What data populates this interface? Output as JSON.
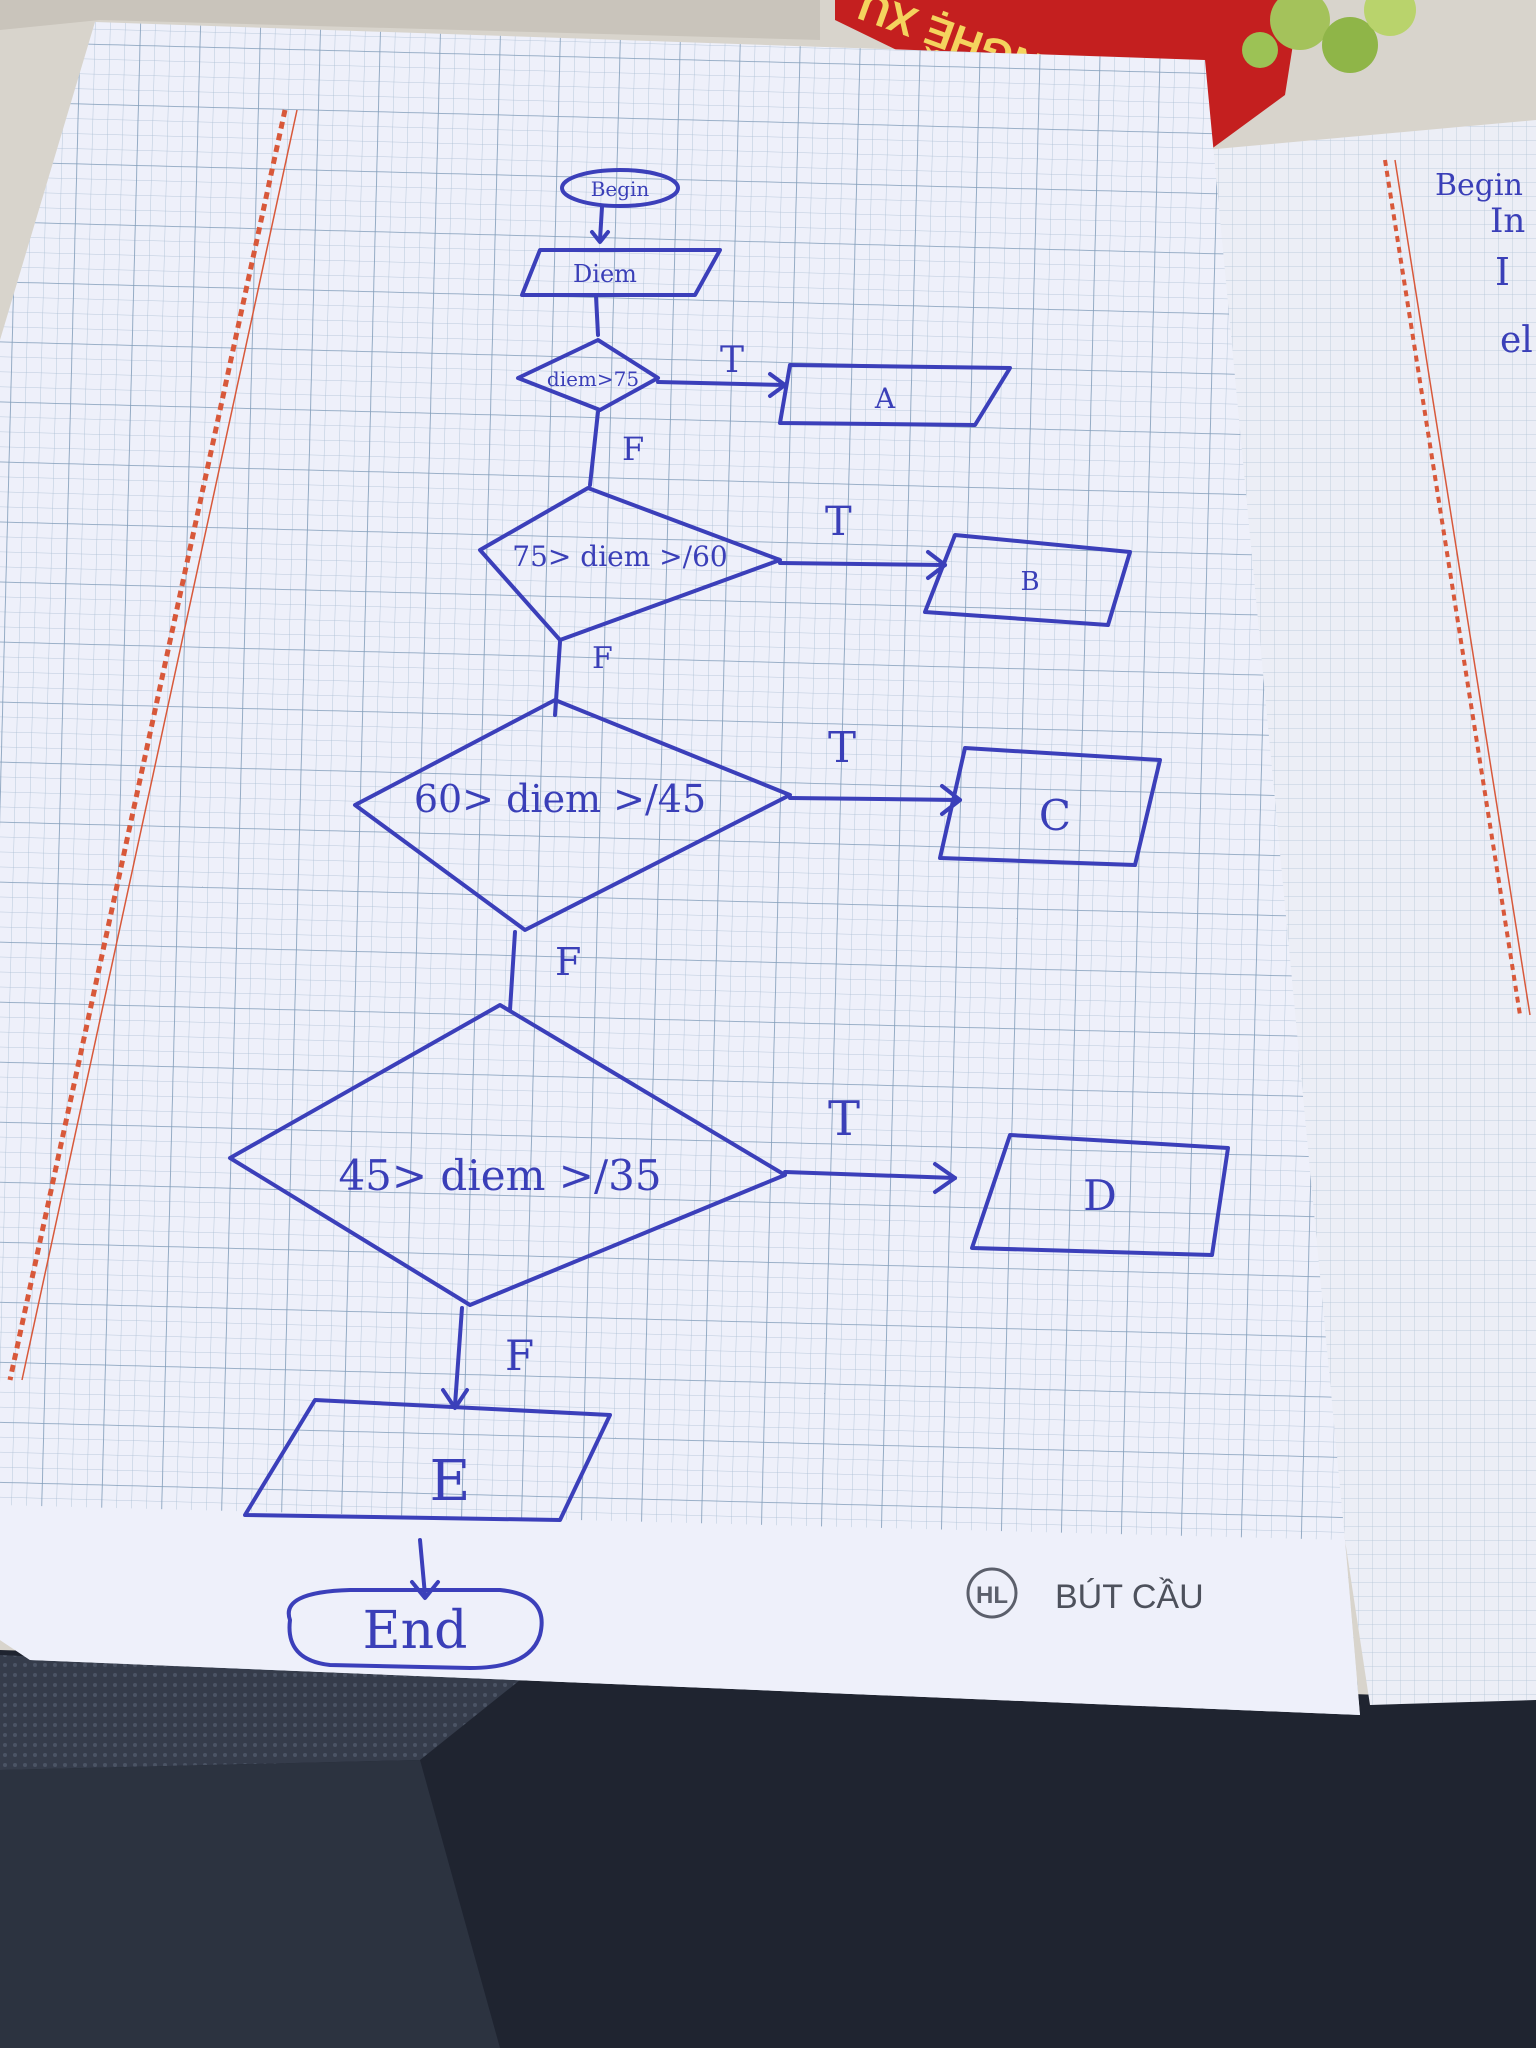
{
  "scene": {
    "desk_color": "#d8d4cc",
    "paper_color": "#eef0fa",
    "grid_color": "#9fb6cc",
    "margin_line_color": "#d8583a",
    "ink_color": "#3b3fba",
    "red_box_label": "NGHỆ XU"
  },
  "flowchart": {
    "start": "Begin",
    "input": "Diem",
    "decisions": [
      {
        "condition": "diem>75",
        "true_label": "T",
        "false_label": "F",
        "output": "A"
      },
      {
        "condition": "75> diem >/60",
        "true_label": "T",
        "false_label": "F",
        "output": "B"
      },
      {
        "condition": "60> diem >/45",
        "true_label": "T",
        "false_label": "F",
        "output": "C"
      },
      {
        "condition": "45> diem >/35",
        "true_label": "T",
        "false_label": "F",
        "output": "D"
      }
    ],
    "else_output": "E",
    "end": "End"
  },
  "brand": {
    "logo_text": "HL",
    "name": "BÚT CẦU"
  },
  "right_page": {
    "lines": [
      "Begin",
      "In",
      "I",
      "el"
    ]
  }
}
